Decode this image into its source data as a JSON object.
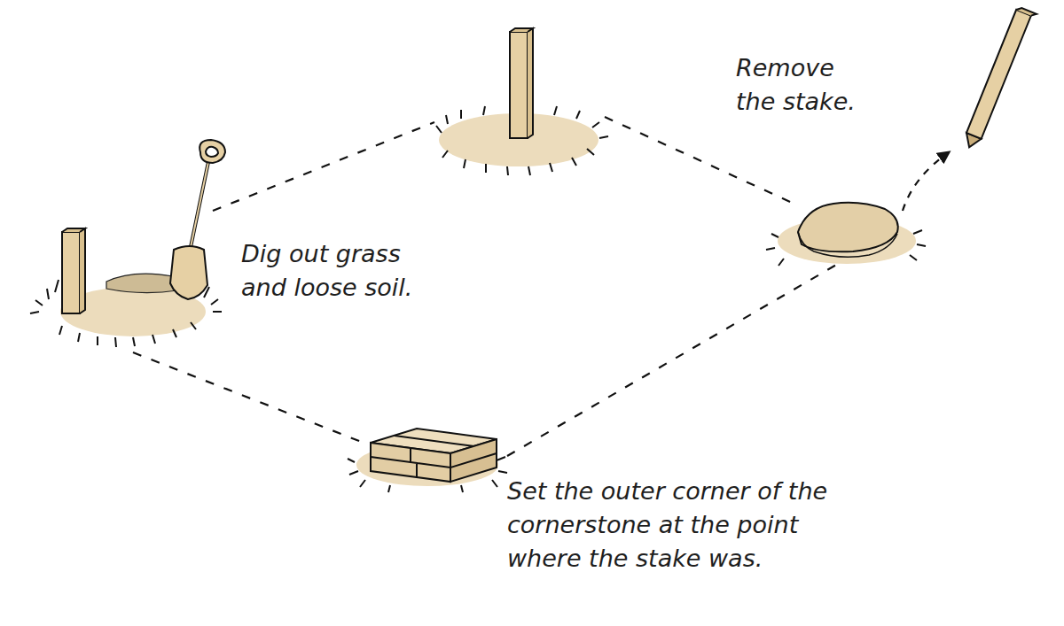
{
  "diagram": {
    "labels": [
      "Remove the stake.",
      "Dig out grass and loose soil.",
      "Set the outer corner of the cornerstone at the point where the stake was."
    ]
  }
}
